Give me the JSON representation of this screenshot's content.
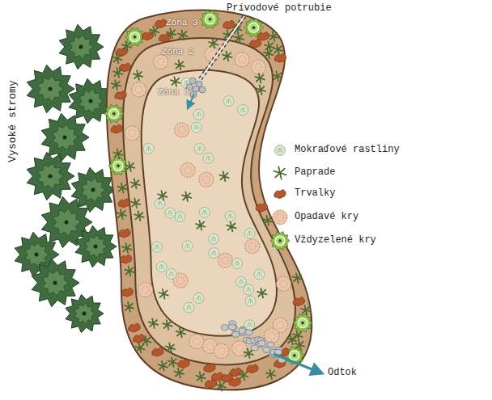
{
  "diagram": {
    "labels": [
      "Prívodové potrubie",
      "Zóna 3",
      "Zóna 2",
      "Zóna 1",
      "Vysoké stromy",
      "Odtok"
    ],
    "legend": [
      {
        "text": "Mokraďové rastliny"
      },
      {
        "text": "Paprade"
      },
      {
        "text": "Trvalky"
      },
      {
        "text": "Opadavé kry"
      },
      {
        "text": "Vždyzelené kry"
      }
    ]
  }
}
